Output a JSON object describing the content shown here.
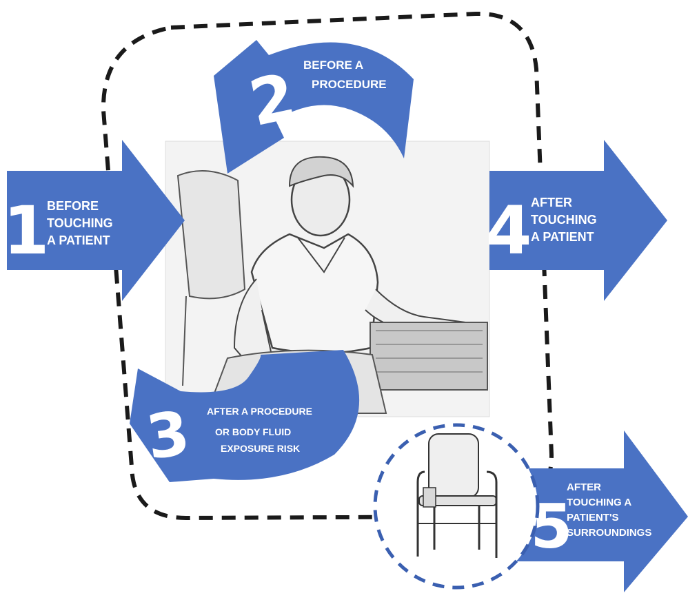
{
  "diagram": {
    "colors": {
      "arrow_blue": "#4a72c4",
      "zone_border": "#1a1a1a",
      "chair_circle_border": "#3a5fb0",
      "sketch": "#555555",
      "text": "#ffffff"
    },
    "moments": [
      {
        "number": "1",
        "lines": [
          "BEFORE",
          "TOUCHING",
          "A PATIENT"
        ]
      },
      {
        "number": "2",
        "lines": [
          "BEFORE A",
          "PROCEDURE"
        ]
      },
      {
        "number": "3",
        "lines": [
          "AFTER A PROCEDURE",
          "OR BODY FLUID",
          "EXPOSURE RISK"
        ]
      },
      {
        "number": "4",
        "lines": [
          "AFTER",
          "TOUCHING",
          "A PATIENT"
        ]
      },
      {
        "number": "5",
        "lines": [
          "AFTER",
          "TOUCHING A",
          "PATIENT'S",
          "SURROUNDINGS"
        ]
      }
    ],
    "images": {
      "center": "patient-seated-sketch",
      "circle": "chair-sketch"
    }
  }
}
